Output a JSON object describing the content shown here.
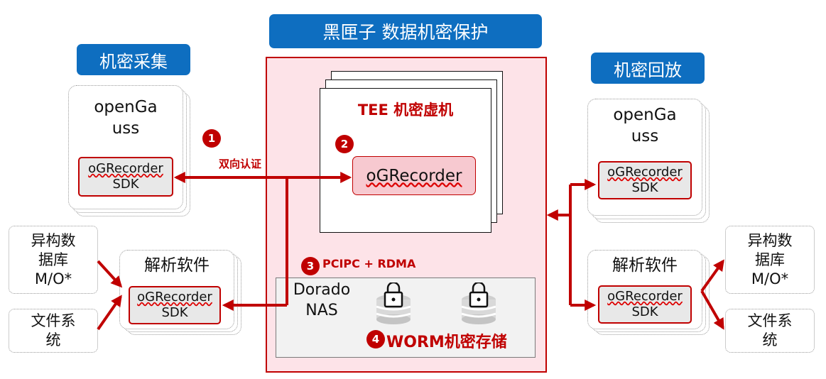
{
  "title": "黑匣子 数据机密保护",
  "left": {
    "label": "机密采集",
    "db": {
      "name_line1": "openGa",
      "name_line2": "uss",
      "sdk_line1": "oGRecorder",
      "sdk_line2": "SDK"
    },
    "parser": {
      "name": "解析软件",
      "sdk_line1": "oGRecorder",
      "sdk_line2": "SDK"
    },
    "sources": [
      {
        "lines": [
          "异构数",
          "据库",
          "M/O*"
        ]
      },
      {
        "lines": [
          "文件系",
          "统"
        ]
      }
    ]
  },
  "right": {
    "label": "机密回放",
    "db": {
      "name_line1": "openGa",
      "name_line2": "uss",
      "sdk_line1": "oGRecorder",
      "sdk_line2": "SDK"
    },
    "parser": {
      "name": "解析软件",
      "sdk_line1": "oGRecorder",
      "sdk_line2": "SDK"
    },
    "targets": [
      {
        "lines": [
          "异构数",
          "据库",
          "M/O*"
        ]
      },
      {
        "lines": [
          "文件系",
          "统"
        ]
      }
    ]
  },
  "center": {
    "tee_title": "TEE 机密虚机",
    "tee_component": "oGRecorder",
    "storage_line1": "Dorado",
    "storage_line2": "NAS",
    "worm_label": "WORM机密存储"
  },
  "steps": [
    {
      "number": "1",
      "label": "双向认证"
    },
    {
      "number": "2",
      "label": ""
    },
    {
      "number": "3",
      "label": "PCIPC + RDMA"
    },
    {
      "number": "4",
      "label": ""
    }
  ],
  "colors": {
    "accent_blue": "#0e6ec0",
    "arrow_red": "#c00000",
    "trust_zone_fill": "#fde3e8",
    "trust_zone_border": "#c00000"
  },
  "icons": [
    "lock-database-icon",
    "lock-database-icon"
  ]
}
